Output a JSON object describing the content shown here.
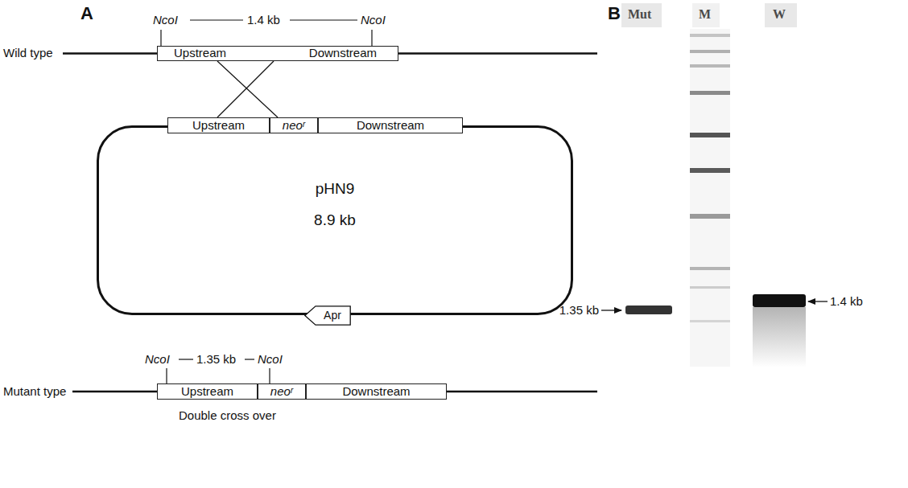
{
  "diagram": {
    "nodes": [
      {
        "text": [
          "Upstream",
          "Downstream"
        ]
      },
      {
        "text": [
          "Upstream"
        ]
      },
      {
        "text": [
          "neoʳ"
        ]
      },
      {
        "text": [
          "Downstream"
        ]
      },
      {
        "text": [
          "pHN9",
          "8.9 kb"
        ]
      },
      {
        "text": [
          "Apr"
        ]
      },
      {
        "text": [
          "Upstream"
        ]
      },
      {
        "text": [
          "neoʳ"
        ]
      },
      {
        "text": [
          "Downstream"
        ]
      }
    ],
    "edges": [
      {
        "from": 0,
        "to": 2,
        "arrow": "none"
      },
      {
        "from": 0,
        "to": 1,
        "arrow": "none"
      }
    ],
    "labels": [
      "A",
      "B",
      "NcoI",
      "1.4 kb",
      "NcoI",
      "Wild type",
      "NcoI",
      "1.35 kb",
      "NcoI",
      "Mutant type",
      "Double cross over",
      "Mut",
      "M",
      "W",
      "1.35 kb",
      "1.4 kb"
    ]
  }
}
